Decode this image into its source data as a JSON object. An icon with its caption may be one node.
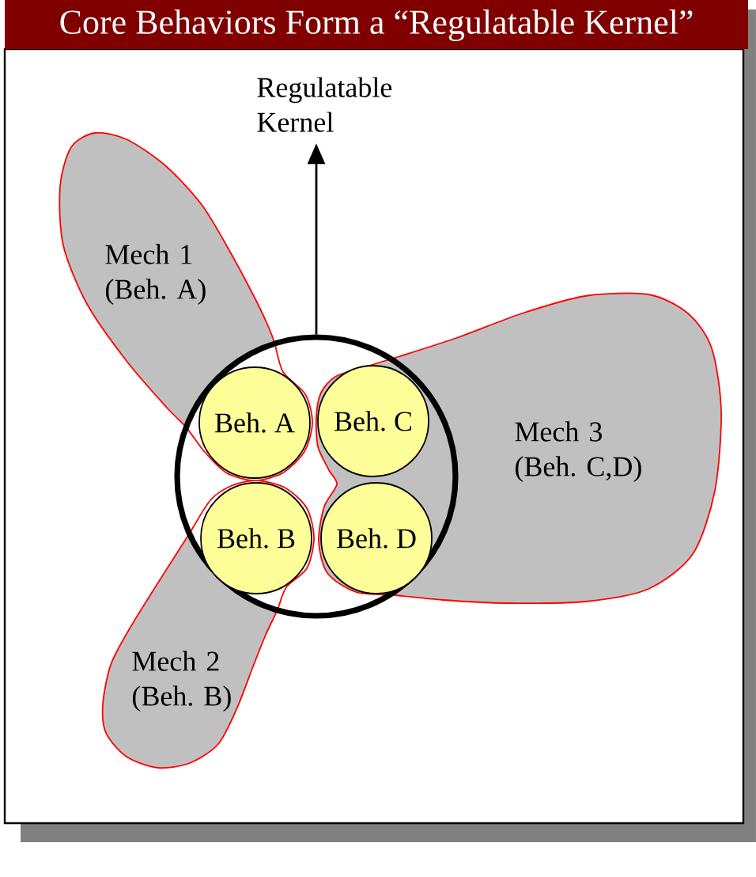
{
  "diagram": {
    "title": "Core Behaviors Form a “Regulatable Kernel”",
    "nodes": [
      {
        "text": [
          "Regulatable Kernel"
        ]
      },
      {
        "text": [
          "Mech 1 (Beh. A)"
        ]
      },
      {
        "text": [],
        "shape": "circle"
      },
      {
        "text": [
          "Beh. A"
        ]
      },
      {
        "text": [
          "Beh. C"
        ]
      },
      {
        "text": [
          "Beh. B"
        ]
      },
      {
        "text": [
          "Beh. D"
        ]
      },
      {
        "text": [
          "Mech 3 (Beh. C,D)"
        ]
      },
      {
        "text": [
          "Mech 2 (Beh. B)"
        ]
      }
    ],
    "edges": [
      {
        "from": 2,
        "to": 0,
        "arrow": "to"
      }
    ]
  }
}
